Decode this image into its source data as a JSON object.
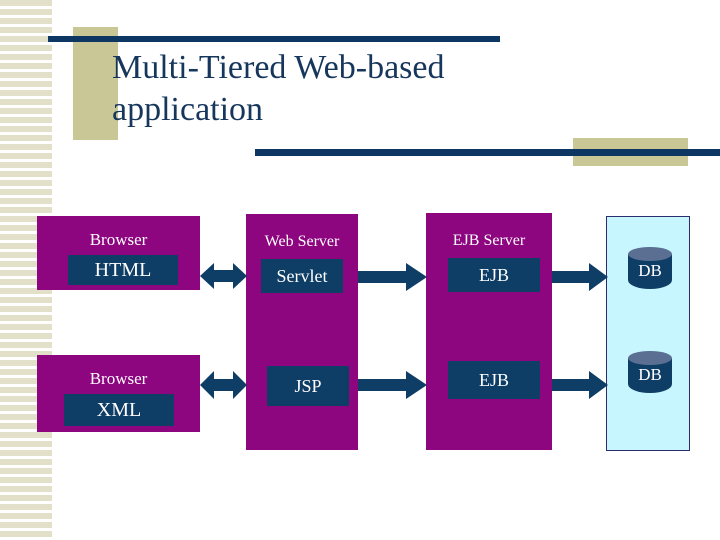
{
  "slide": {
    "title": "Multi-Tiered Web-based\napplication",
    "background_color": "#ffffff",
    "decor": {
      "stripe_color": "#e2e0c8",
      "tan_color": "#c9c795",
      "navy_color": "#0d3663",
      "title_color": "#16365c"
    }
  },
  "diagram": {
    "type": "architecture-flow",
    "colors": {
      "tier_fill": "#8e0580",
      "chip_fill": "#0e3d66",
      "chip_text": "#ffffff",
      "db_panel_fill": "#c8f6ff",
      "db_panel_border": "#2b2b6e",
      "arrow_fill": "#0e3d66",
      "cylinder_top": "#5a6f92"
    },
    "tiers": [
      {
        "id": "browser-html",
        "label": "Browser",
        "chips": [
          {
            "label": "HTML"
          }
        ]
      },
      {
        "id": "browser-xml",
        "label": "Browser",
        "chips": [
          {
            "label": "XML"
          }
        ]
      },
      {
        "id": "web-server",
        "label": "Web Server",
        "chips": [
          {
            "label": "Servlet"
          },
          {
            "label": "JSP"
          }
        ]
      },
      {
        "id": "ejb-server",
        "label": "EJB Server",
        "chips": [
          {
            "label": "EJB"
          },
          {
            "label": "EJB"
          }
        ]
      }
    ],
    "databases": [
      {
        "label": "DB"
      },
      {
        "label": "DB"
      }
    ],
    "arrows": [
      {
        "id": "browser-html-to-web-server",
        "direction": "both"
      },
      {
        "id": "browser-xml-to-web-server",
        "direction": "both"
      },
      {
        "id": "servlet-to-ejb-server",
        "direction": "right"
      },
      {
        "id": "jsp-to-ejb-server",
        "direction": "right"
      },
      {
        "id": "ejb-top-to-db-top",
        "direction": "right"
      },
      {
        "id": "ejb-bottom-to-db-bottom",
        "direction": "right"
      }
    ]
  }
}
